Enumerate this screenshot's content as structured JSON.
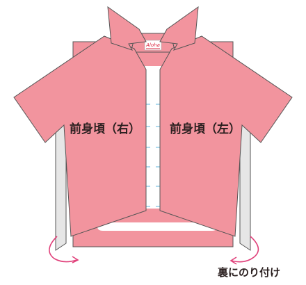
{
  "diagram": {
    "brand_tag": "Aloha",
    "label_right_front": "前身頃（右）",
    "label_left_front": "前身頃（左）",
    "note_glue_back": "裏にのり付け"
  },
  "colors": {
    "body_pink": "#f2949e",
    "outline": "#555555",
    "white_panel": "#ffffff",
    "stitch_blue": "#9ad0ea",
    "arrow_magenta": "#e0407a",
    "tag_red": "#d9233c",
    "text": "#2a1f1f"
  }
}
